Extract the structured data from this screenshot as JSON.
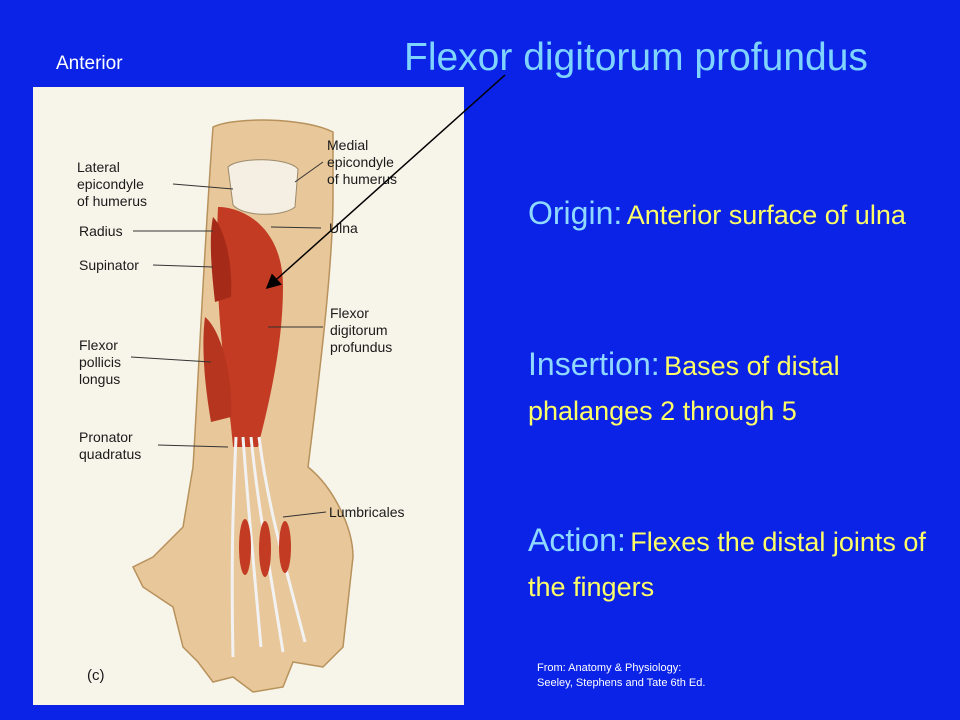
{
  "slide": {
    "view_label": "Anterior",
    "title": "Flexor digitorum profundus",
    "origin": {
      "label": "Origin:",
      "text": "Anterior surface of ulna"
    },
    "insertion": {
      "label": "Insertion:",
      "text": "Bases of distal phalanges 2 through 5"
    },
    "action": {
      "label": "Action:",
      "text": "Flexes the distal joints of the fingers"
    },
    "credit": "From: Anatomy & Physiology:\n Seeley, Stephens and Tate 6th Ed."
  },
  "figure": {
    "panel_letter": "(c)",
    "labels": {
      "lateral_epicondyle": "Lateral\nepicondyle\nof humerus",
      "medial_epicondyle": "Medial\nepicondyle\nof humerus",
      "radius": "Radius",
      "ulna": "Ulna",
      "supinator": "Supinator",
      "fdp": "Flexor\ndigitorum\nprofundus",
      "fpl": "Flexor\npollicis\nlongus",
      "pronator_quadratus": "Pronator\nquadratus",
      "lumbricales": "Lumbricales"
    }
  },
  "colors": {
    "background": "#0a23e6",
    "title": "#7fd4ff",
    "heading": "#8fd8ff",
    "body": "#ffff66",
    "muscle": "#c23b22",
    "skin": "#e8c79a"
  }
}
